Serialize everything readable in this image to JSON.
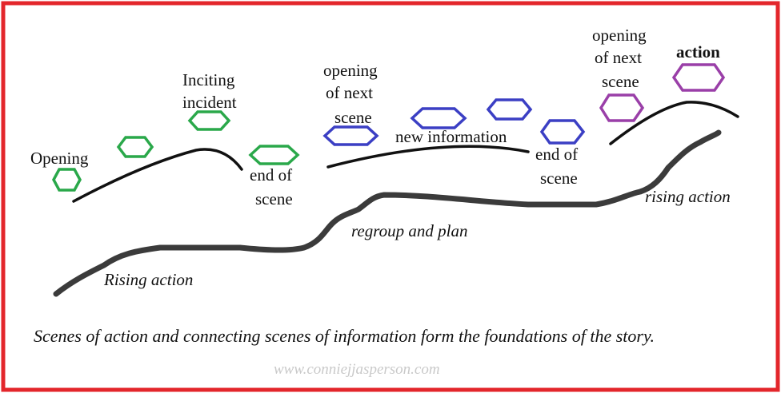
{
  "colors": {
    "border": "#e3262b",
    "green": "#2aa84a",
    "blue": "#3b3fc4",
    "purple": "#9a3fa8",
    "stroke": "#111111",
    "thick_stroke": "#3b3b3b",
    "watermark": "#c9c9c9"
  },
  "labels": {
    "opening": "Opening",
    "inciting_1": "Inciting",
    "inciting_2": "incident",
    "end_of_1a": "end of",
    "scene_1b": "scene",
    "opening_next_a1": "opening",
    "opening_next_a2": "of next",
    "opening_next_a3": "scene",
    "new_information": "new information",
    "end_of_2a": "end of",
    "scene_2b": "scene",
    "opening_next_b1": "opening",
    "opening_next_b2": "of next",
    "opening_next_b3": "scene",
    "action": "action",
    "rising_action_right": "rising action",
    "regroup": "regroup and plan",
    "rising_action_left": "Rising action"
  },
  "caption": "Scenes of action and connecting scenes of information form the foundations of the story.",
  "watermark": "www.conniejjasperson.com",
  "icons": {
    "hexagon": "hexagon-icon"
  }
}
